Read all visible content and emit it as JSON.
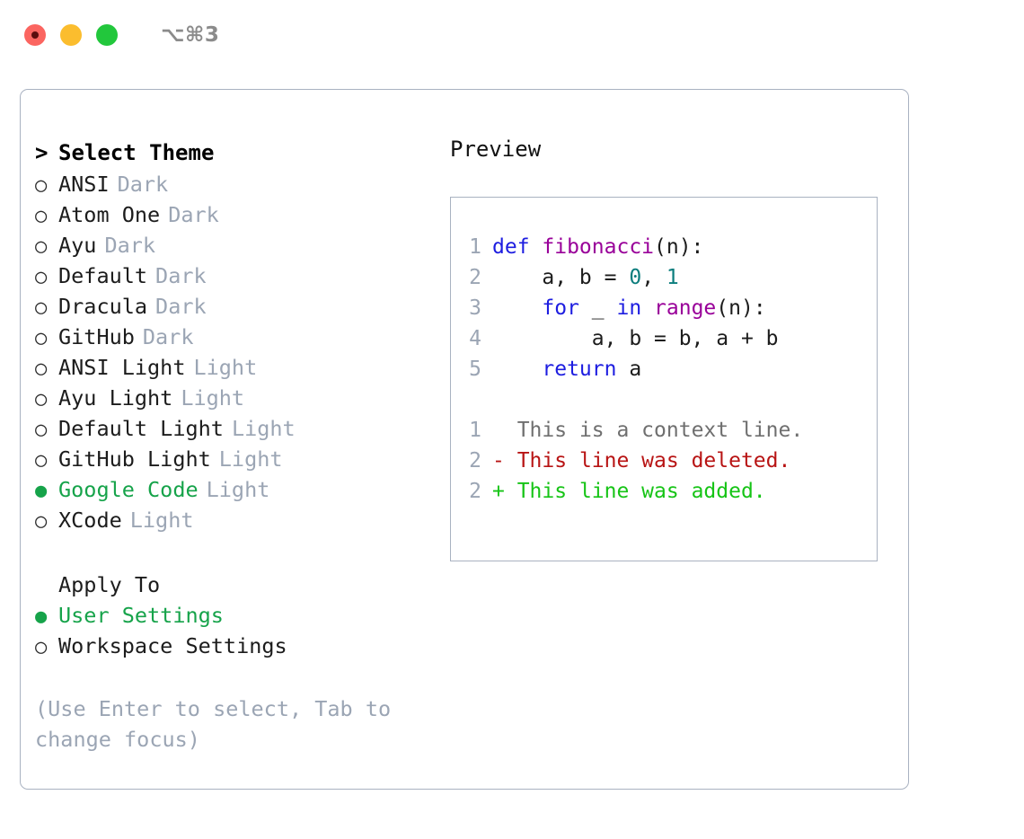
{
  "titlebar": {
    "shortcut": "⌥⌘3",
    "dots": [
      {
        "name": "close",
        "color": "#fb6560"
      },
      {
        "name": "minimize",
        "color": "#fbbd2e"
      },
      {
        "name": "maximize",
        "color": "#22c73c"
      }
    ]
  },
  "theme_list": {
    "header": "Select Theme",
    "prompt": ">",
    "bullet_unselected": "○",
    "bullet_selected": "●",
    "items": [
      {
        "label": "ANSI",
        "variant": "Dark",
        "selected": false
      },
      {
        "label": "Atom One",
        "variant": "Dark",
        "selected": false
      },
      {
        "label": "Ayu",
        "variant": "Dark",
        "selected": false
      },
      {
        "label": "Default",
        "variant": "Dark",
        "selected": false
      },
      {
        "label": "Dracula",
        "variant": "Dark",
        "selected": false
      },
      {
        "label": "GitHub",
        "variant": "Dark",
        "selected": false
      },
      {
        "label": "ANSI Light",
        "variant": "Light",
        "selected": false
      },
      {
        "label": "Ayu Light",
        "variant": "Light",
        "selected": false
      },
      {
        "label": "Default Light",
        "variant": "Light",
        "selected": false
      },
      {
        "label": "GitHub Light",
        "variant": "Light",
        "selected": false
      },
      {
        "label": "Google Code",
        "variant": "Light",
        "selected": true
      },
      {
        "label": "XCode",
        "variant": "Light",
        "selected": false
      }
    ]
  },
  "apply_to": {
    "header": "Apply To",
    "items": [
      {
        "label": "User Settings",
        "selected": true
      },
      {
        "label": "Workspace Settings",
        "selected": false
      }
    ]
  },
  "hint": "(Use Enter to select, Tab to change focus)",
  "preview": {
    "title": "Preview",
    "code_lines": [
      {
        "num": "1",
        "tokens": [
          {
            "t": "def ",
            "c": "kw"
          },
          {
            "t": "fibonacci",
            "c": "fn"
          },
          {
            "t": "(n):",
            "c": "txt"
          }
        ]
      },
      {
        "num": "2",
        "tokens": [
          {
            "t": "    a, b = ",
            "c": "txt"
          },
          {
            "t": "0",
            "c": "num"
          },
          {
            "t": ", ",
            "c": "txt"
          },
          {
            "t": "1",
            "c": "num"
          }
        ]
      },
      {
        "num": "3",
        "tokens": [
          {
            "t": "    ",
            "c": "txt"
          },
          {
            "t": "for",
            "c": "kw"
          },
          {
            "t": " _ ",
            "c": "txt"
          },
          {
            "t": "in",
            "c": "kw"
          },
          {
            "t": " ",
            "c": "txt"
          },
          {
            "t": "range",
            "c": "fn"
          },
          {
            "t": "(n):",
            "c": "txt"
          }
        ]
      },
      {
        "num": "4",
        "tokens": [
          {
            "t": "        a, b = b, a + b",
            "c": "txt"
          }
        ]
      },
      {
        "num": "5",
        "tokens": [
          {
            "t": "    ",
            "c": "txt"
          },
          {
            "t": "return",
            "c": "kw"
          },
          {
            "t": " a",
            "c": "txt"
          }
        ]
      }
    ],
    "diff_lines": [
      {
        "num": "1",
        "marker": " ",
        "text": " This is a context line.",
        "kind": "context"
      },
      {
        "num": "2",
        "marker": "-",
        "text": " This line was deleted.",
        "kind": "del"
      },
      {
        "num": "2",
        "marker": "+",
        "text": " This line was added.",
        "kind": "add"
      }
    ]
  },
  "colors": {
    "accent_green": "#16a34a",
    "muted_blue_gray": "#9ba5b4",
    "border": "#a9b2c1",
    "keyword_blue": "#1d1de0",
    "function_magenta": "#990099",
    "number_teal": "#0b7d7d",
    "diff_delete_red": "#b81414",
    "diff_add_green": "#16c416",
    "diff_context_gray": "#6f6f6f"
  }
}
